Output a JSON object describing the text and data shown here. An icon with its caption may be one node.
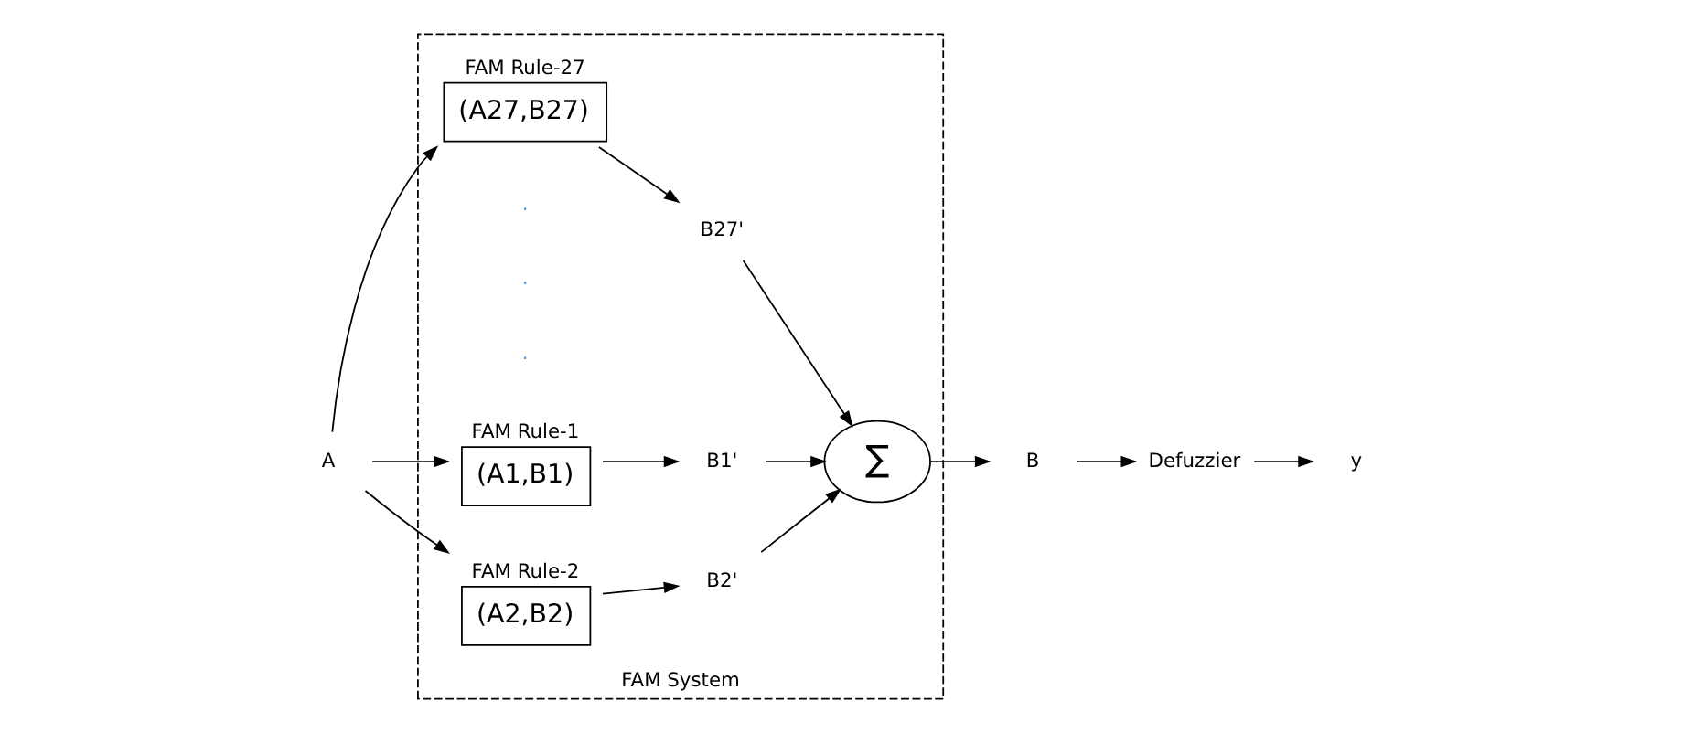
{
  "diagram": {
    "nodes": [
      {
        "text": [
          "FAM System"
        ]
      },
      {
        "text": [
          "A"
        ]
      },
      {
        "text": [
          "FAM Rule-1",
          "(A1,B1)"
        ],
        "in": 0
      },
      {
        "text": [
          "B1'"
        ],
        "in": 0
      },
      {
        "text": [
          "FAM Rule-2",
          "(A2,B2)"
        ],
        "in": 0
      },
      {
        "text": [
          "B2'"
        ],
        "in": 0
      },
      {
        "text": [
          "FAM Rule-27",
          "(A27,B27)"
        ],
        "in": 0
      },
      {
        "text": [
          "B27'"
        ],
        "in": 0
      },
      {
        "text": [
          "∑"
        ],
        "in": 0
      },
      {
        "text": [
          "B"
        ]
      },
      {
        "text": [
          "Defuzzier"
        ]
      },
      {
        "text": [
          "y"
        ]
      }
    ],
    "edges": [
      {
        "from": 1,
        "to": 2,
        "arrow": "to"
      },
      {
        "from": 1,
        "to": 4,
        "arrow": "to"
      },
      {
        "from": 1,
        "to": 6,
        "arrow": "to"
      },
      {
        "from": 2,
        "to": 3,
        "arrow": "to"
      },
      {
        "from": 4,
        "to": 5,
        "arrow": "to"
      },
      {
        "from": 6,
        "to": 7,
        "arrow": "to"
      },
      {
        "from": 3,
        "to": 8,
        "arrow": "to"
      },
      {
        "from": 5,
        "to": 8,
        "arrow": "to"
      },
      {
        "from": 7,
        "to": 8,
        "arrow": "to"
      },
      {
        "from": 8,
        "to": 9,
        "arrow": "to"
      },
      {
        "from": 9,
        "to": 10,
        "arrow": "to"
      },
      {
        "from": 10,
        "to": 11,
        "arrow": "to"
      }
    ],
    "labels": [
      ".",
      ".",
      "."
    ]
  }
}
